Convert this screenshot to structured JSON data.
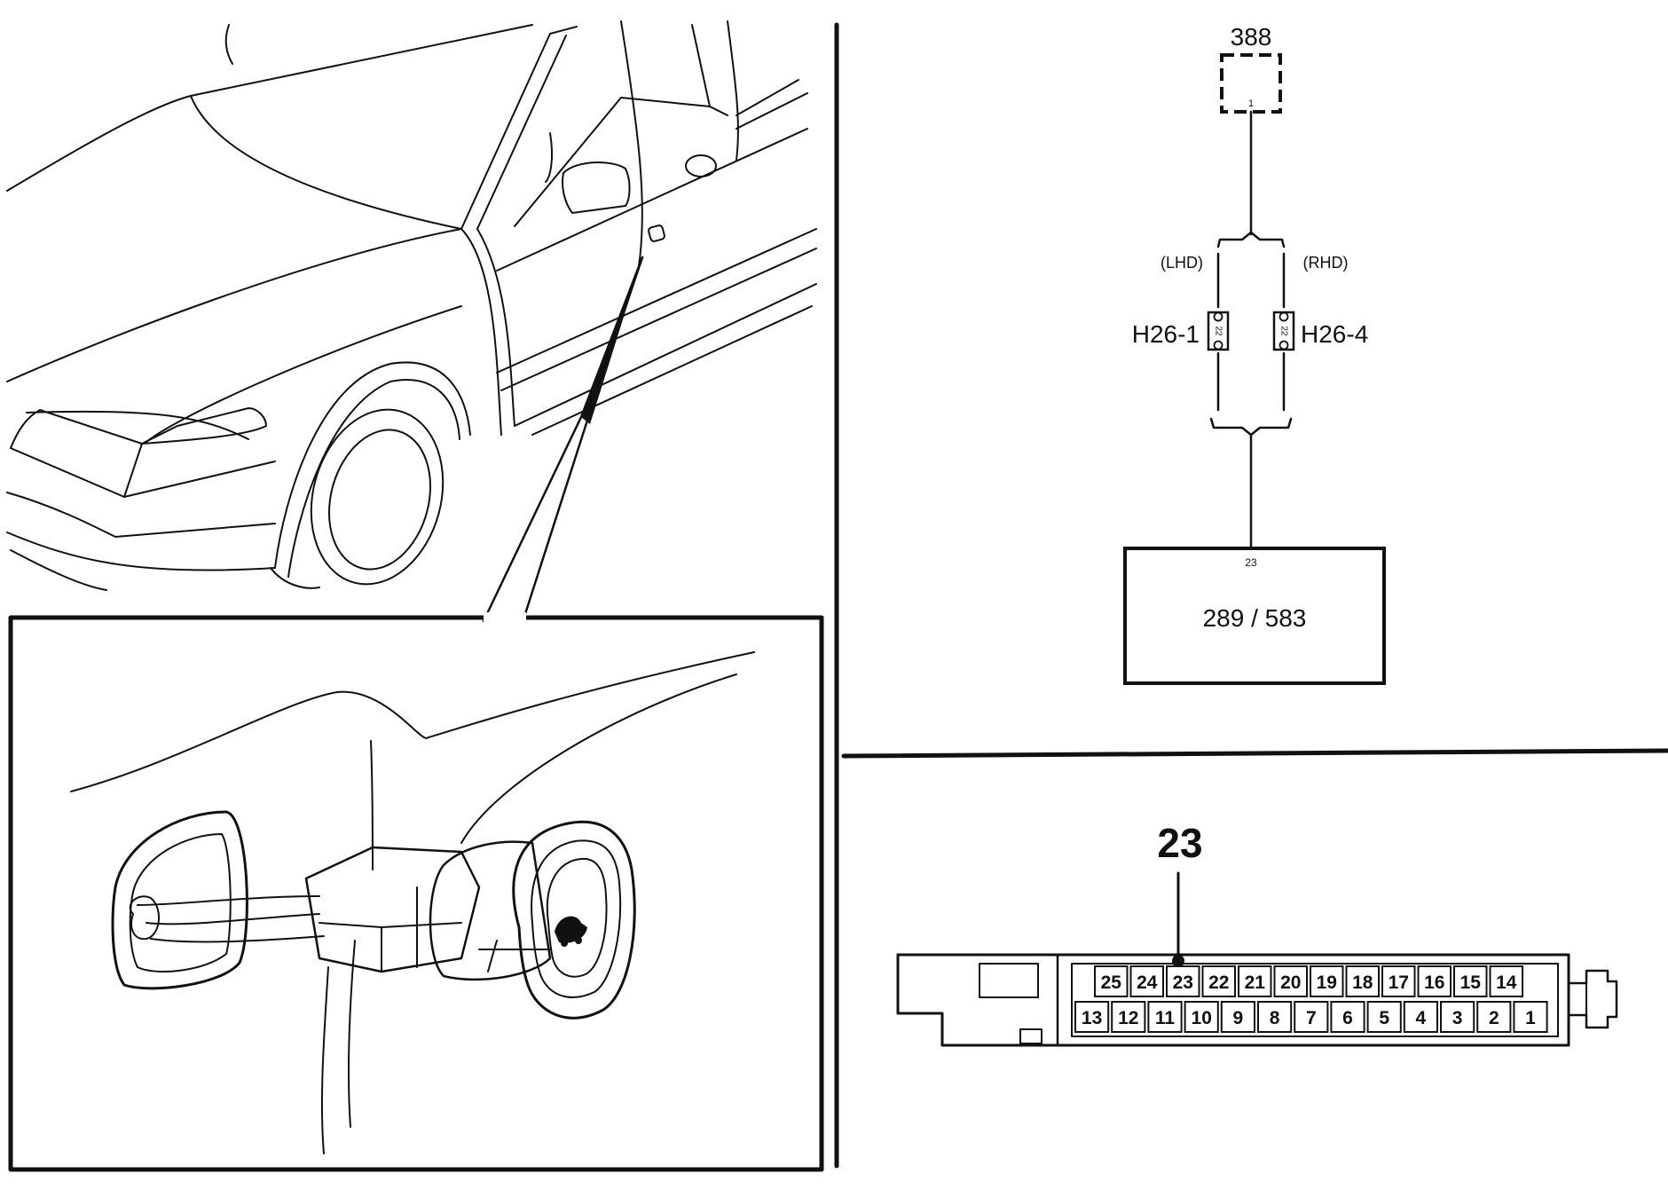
{
  "schematic": {
    "component_top": {
      "id": "388",
      "pin": "1"
    },
    "branch_left_label": "(LHD)",
    "branch_right_label": "(RHD)",
    "connector_left": {
      "id": "H26-1",
      "pin": "22"
    },
    "connector_right": {
      "id": "H26-4",
      "pin": "22"
    },
    "component_bottom": {
      "id": "289 / 583",
      "pin": "23"
    }
  },
  "connector_panel": {
    "callout_pin": "23",
    "top_row_pins": [
      "25",
      "24",
      "23",
      "22",
      "21",
      "20",
      "19",
      "18",
      "17",
      "16",
      "15",
      "14"
    ],
    "bottom_row_pins": [
      "13",
      "12",
      "11",
      "10",
      "9",
      "8",
      "7",
      "6",
      "5",
      "4",
      "3",
      "2",
      "1"
    ]
  }
}
